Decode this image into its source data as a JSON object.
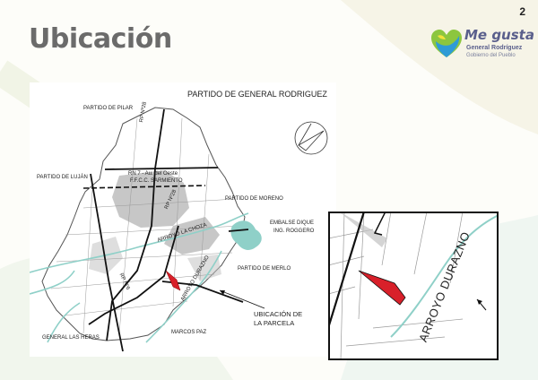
{
  "page_number": "2",
  "title": "Ubicación",
  "logo": {
    "main": "Me gusta",
    "line1": "General Rodríguez",
    "line2": "Gobierno del Pueblo"
  },
  "map": {
    "title": "PARTIDO DE GENERAL RODRIGUEZ",
    "labels": {
      "pilar": "PARTIDO DE PILAR",
      "lujan": "PARTIDO DE LUJÁN",
      "moreno": "PARTIDO DE MORENO",
      "merlo": "PARTIDO DE MERLO",
      "las_heras": "GENERAL LAS HERAS",
      "marcos_paz": "MARCOS PAZ",
      "embalse_1": "EMBALSE DIQUE",
      "embalse_2": "ING. ROGGERO",
      "rn7": "RN 7 - Au. del Oeste",
      "ffcc": "F.F.C.C. SARMIENTO",
      "rp28_north": "RP Nº28",
      "rp28_south": "RP Nº28",
      "rp6": "RP Nº6",
      "arroyo_choza": "ARROYO LA CHOZA",
      "arroyo_durazno": "ARROYO DURAZNO"
    },
    "callout": {
      "line1": "UBICACIÓN DE",
      "line2": "LA PARCELA"
    },
    "colors": {
      "parcel": "#d8202a",
      "water": "#8fd0c8",
      "urban": "#bdbdbd",
      "road": "#111111"
    }
  },
  "inset": {
    "label": "ARROYO DURAZNO"
  }
}
